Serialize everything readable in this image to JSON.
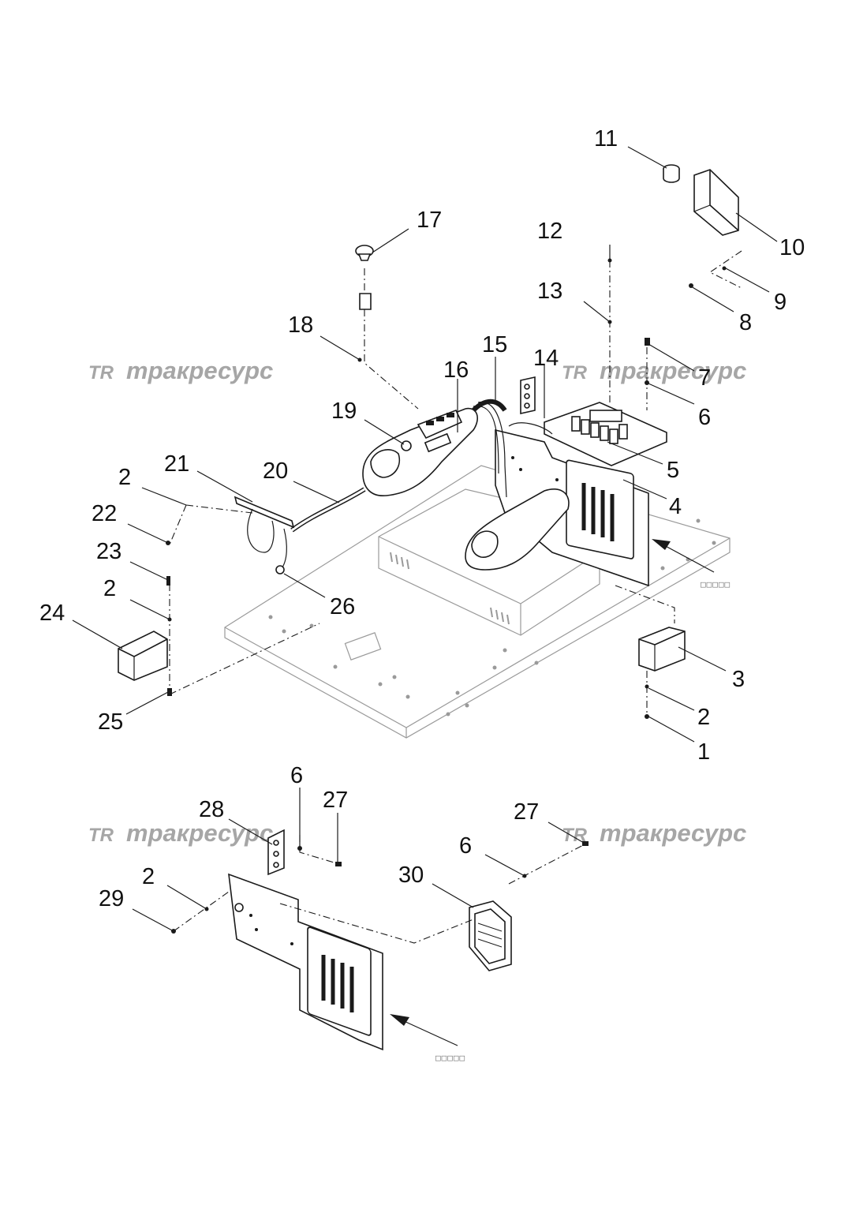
{
  "watermark": {
    "logo": "TR",
    "text": "тракресурс"
  },
  "view_marks": [
    "□□□□□",
    "□□□□□"
  ],
  "callouts": [
    {
      "id": "c11",
      "label": "11"
    },
    {
      "id": "c10",
      "label": "10"
    },
    {
      "id": "c9",
      "label": "9"
    },
    {
      "id": "c8",
      "label": "8"
    },
    {
      "id": "c7",
      "label": "7"
    },
    {
      "id": "c6a",
      "label": "6"
    },
    {
      "id": "c5",
      "label": "5"
    },
    {
      "id": "c4",
      "label": "4"
    },
    {
      "id": "c3",
      "label": "3"
    },
    {
      "id": "c2a",
      "label": "2"
    },
    {
      "id": "c1",
      "label": "1"
    },
    {
      "id": "c12",
      "label": "12"
    },
    {
      "id": "c13",
      "label": "13"
    },
    {
      "id": "c14",
      "label": "14"
    },
    {
      "id": "c15",
      "label": "15"
    },
    {
      "id": "c16",
      "label": "16"
    },
    {
      "id": "c17",
      "label": "17"
    },
    {
      "id": "c18",
      "label": "18"
    },
    {
      "id": "c19",
      "label": "19"
    },
    {
      "id": "c20",
      "label": "20"
    },
    {
      "id": "c21",
      "label": "21"
    },
    {
      "id": "c2b",
      "label": "2"
    },
    {
      "id": "c22",
      "label": "22"
    },
    {
      "id": "c23",
      "label": "23"
    },
    {
      "id": "c2c",
      "label": "2"
    },
    {
      "id": "c24",
      "label": "24"
    },
    {
      "id": "c26",
      "label": "26"
    },
    {
      "id": "c25",
      "label": "25"
    },
    {
      "id": "c6b",
      "label": "6"
    },
    {
      "id": "c28",
      "label": "28"
    },
    {
      "id": "c27a",
      "label": "27"
    },
    {
      "id": "c27b",
      "label": "27"
    },
    {
      "id": "c6c",
      "label": "6"
    },
    {
      "id": "c30",
      "label": "30"
    },
    {
      "id": "c2d",
      "label": "2"
    },
    {
      "id": "c29",
      "label": "29"
    }
  ]
}
